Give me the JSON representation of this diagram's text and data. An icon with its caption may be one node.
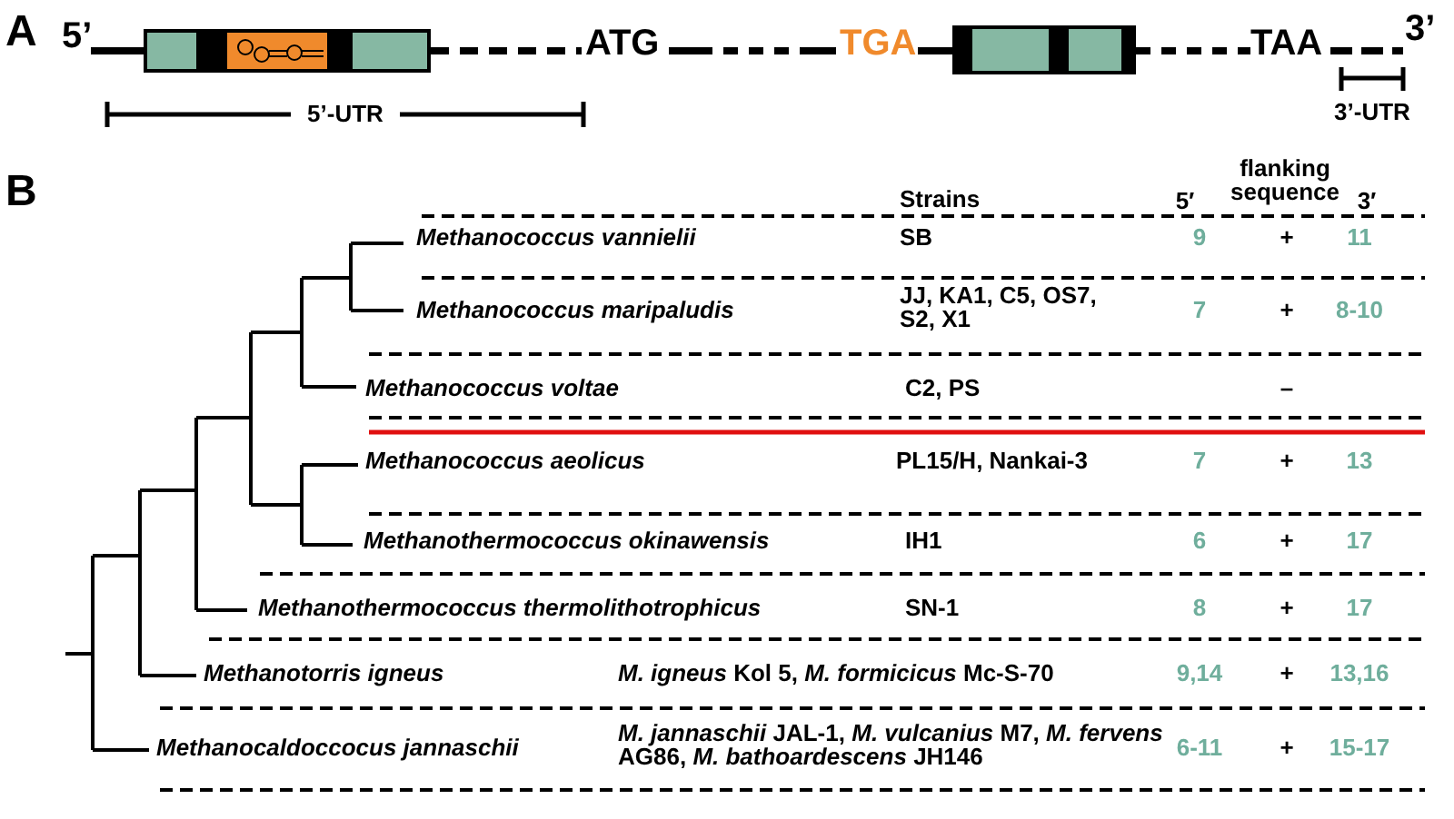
{
  "diagram": {
    "labels": [
      "A",
      "5’",
      "ATG",
      "TGA",
      "TAA",
      "3’",
      "5’-UTR",
      "3’-UTR",
      "B",
      "Strains",
      "5′",
      "flanking sequence",
      "3′",
      "Methanococcus vannielii",
      "SB",
      "9",
      "+",
      "11",
      "Methanococcus maripaludis",
      "JJ, KA1, C5, OS7, S2, X1",
      "7",
      "+",
      "8-10",
      "Methanococcus voltae",
      "C2, PS",
      "–",
      "Methanococcus aeolicus",
      "PL15/H, Nankai-3",
      "7",
      "+",
      "13",
      "Methanothermococcus okinawensis",
      "IH1",
      "6",
      "+",
      "17",
      "Methanothermococcus thermolithotrophicus",
      "SN-1",
      "8",
      "+",
      "17",
      "Methanotorris igneus",
      "*M. igneus* Kol 5, *M. formicicus* Mc-S-70",
      "9,14",
      "+",
      "13,16",
      "Methanocaldoccocus jannaschii",
      "*M. jannaschii* JAL-1, *M. vulcanius* M7, *M. fervens* AG86, *M. bathoardescens* JH146",
      "6-11",
      "+",
      "15-17"
    ]
  }
}
